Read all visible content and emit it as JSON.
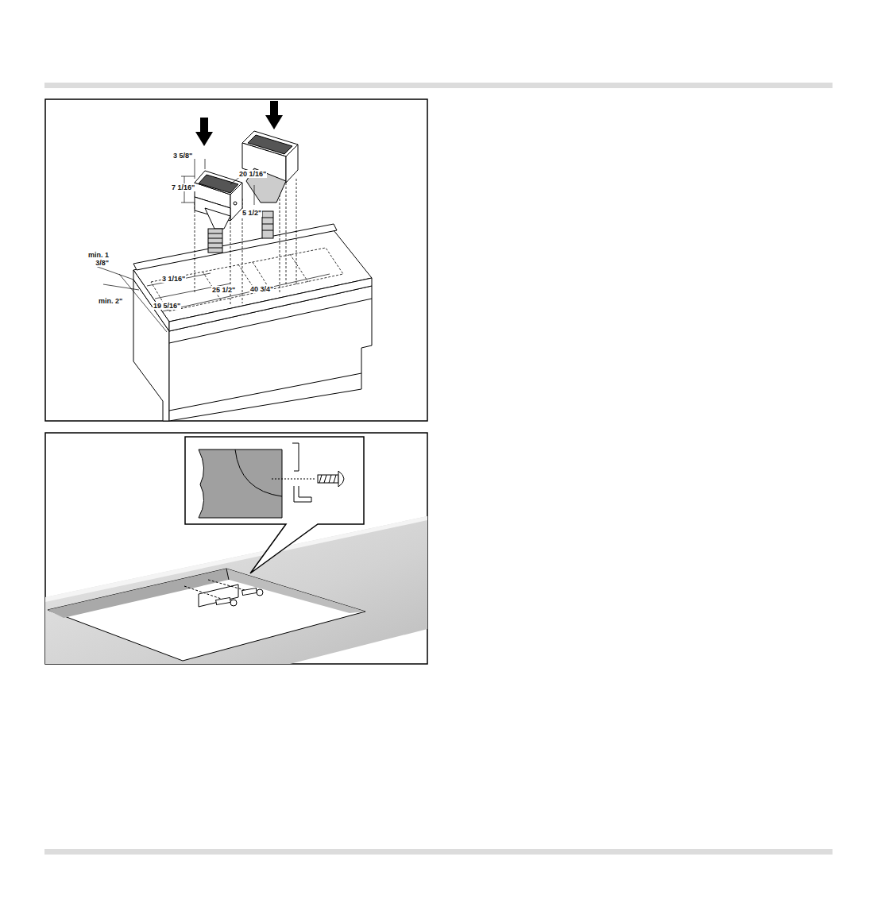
{
  "diagram": {
    "labels": [
      "3 5/8\"",
      "7 1/16\"",
      "20 1/16\"",
      "5 1/2\"",
      "min. 1 3/8\"",
      "min. 2\"",
      "3 1/16\"",
      "25 1/2\"",
      "40 3/4\"",
      "19 5/16\""
    ]
  }
}
